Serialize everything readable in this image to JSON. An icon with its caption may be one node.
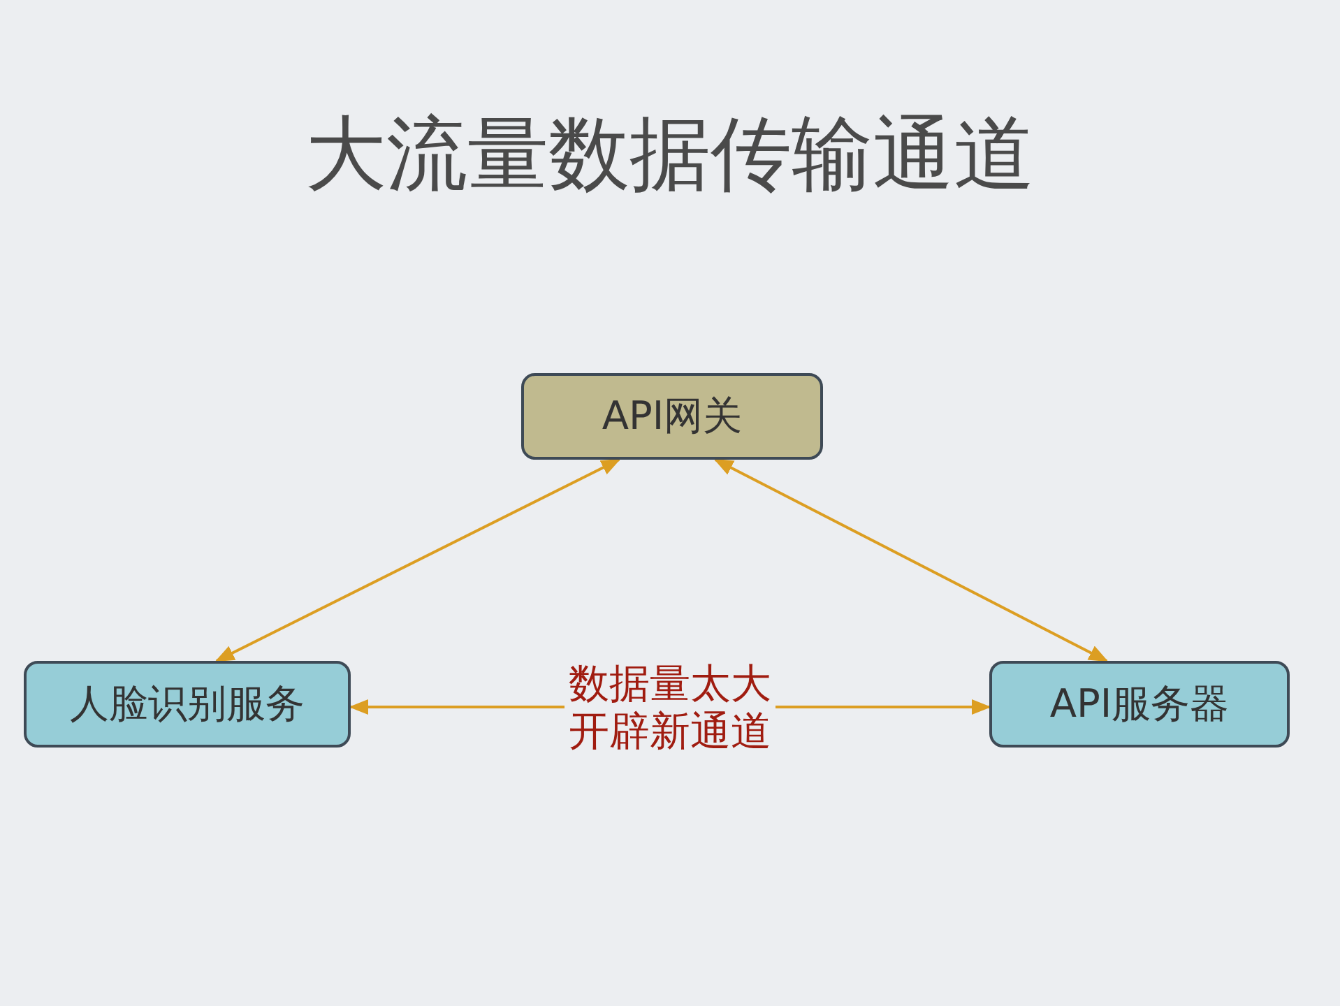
{
  "diagram": {
    "title": "大流量数据传输通道",
    "nodes": [
      {
        "text": [
          "API网关"
        ]
      },
      {
        "text": [
          "人脸识别服务"
        ]
      },
      {
        "text": [
          "API服务器"
        ]
      }
    ],
    "edges": [
      {
        "from": 1,
        "to": 0,
        "arrow": "both"
      },
      {
        "from": 0,
        "to": 2,
        "arrow": "both"
      },
      {
        "from": 1,
        "to": 2,
        "arrow": "both",
        "label": "数据量太大开辟新通道"
      }
    ]
  }
}
